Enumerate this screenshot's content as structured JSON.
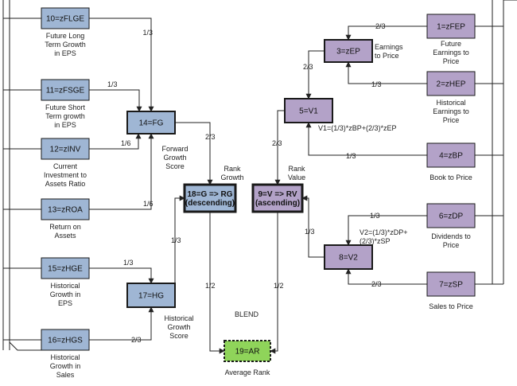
{
  "colors": {
    "blue_node": "#9fb6d4",
    "purple_node": "#b3a2c8",
    "green_node": "#8fd45a",
    "line": "#222222"
  },
  "nodes": {
    "zFLGE": {
      "text": "10=zFLGE",
      "caption": [
        "Future Long",
        "Term Growth",
        "in EPS"
      ]
    },
    "zFSGE": {
      "text": "11=zFSGE",
      "caption": [
        "Future Short",
        "Term growth",
        "in EPS"
      ]
    },
    "zINV": {
      "text": "12=zINV",
      "caption": [
        "Current",
        "Investment to",
        "Assets Ratio"
      ]
    },
    "zROA": {
      "text": "13=zROA",
      "caption": [
        "Return on",
        "Assets"
      ]
    },
    "zHGE": {
      "text": "15=zHGE",
      "caption": [
        "Historical",
        "Growth in",
        "EPS"
      ]
    },
    "zHGS": {
      "text": "16=zHGS",
      "caption": [
        "Historical",
        "Growth in",
        "Sales"
      ]
    },
    "FG": {
      "text": "14=FG",
      "caption": [
        "Forward",
        "Growth",
        "Score"
      ]
    },
    "HG": {
      "text": "17=HG",
      "caption": [
        "Historical",
        "Growth",
        "Score"
      ]
    },
    "RG": {
      "text": [
        "18=G => RG",
        "(descending)"
      ],
      "caption": [
        "Rank",
        "Growth"
      ]
    },
    "RV": {
      "text": [
        "9=V => RV",
        "(ascending)"
      ],
      "caption": [
        "Rank",
        "Value"
      ]
    },
    "AR": {
      "text": "19=AR",
      "caption": [
        "Average Rank"
      ]
    },
    "zEP": {
      "text": "3=zEP",
      "caption": [
        "Earnings",
        "to Price"
      ]
    },
    "V1": {
      "text": "5=V1",
      "caption": [
        "V1=(1/3)*zBP+(2/3)*zEP"
      ]
    },
    "V2": {
      "text": "8=V2",
      "caption": [
        "V2=(1/3)*zDP+",
        "(2/3)*zSP"
      ]
    },
    "zFEP": {
      "text": "1=zFEP",
      "caption": [
        "Future",
        "Earnings to",
        "Price"
      ]
    },
    "zHEP": {
      "text": "2=zHEP",
      "caption": [
        "Historical",
        "Earnings to",
        "Price"
      ]
    },
    "zBP": {
      "text": "4=zBP",
      "caption": [
        "Book to Price"
      ]
    },
    "zDP": {
      "text": "6=zDP",
      "caption": [
        "Dividends to",
        "Price"
      ]
    },
    "zSP": {
      "text": "7=zSP",
      "caption": [
        "Sales to Price"
      ]
    }
  },
  "blend_label": "BLEND",
  "weights": {
    "zFLGE_FG": "1/3",
    "zFSGE_FG": "1/3",
    "zINV_FG": "1/6",
    "zROA_FG": "1/6",
    "FG_RG": "2/3",
    "HG_RG": "1/3",
    "zHGE_HG": "1/3",
    "zHGS_HG": "2/3",
    "RG_AR": "1/2",
    "RV_AR": "1/2",
    "zFEP_zEP": "2/3",
    "zHEP_zEP": "1/3",
    "zEP_V1": "2/3",
    "zBP_V1": "1/3",
    "V1_RV": "2/3",
    "V2_RV": "1/3",
    "zDP_V2": "1/3",
    "zSP_V2": "2/3"
  }
}
